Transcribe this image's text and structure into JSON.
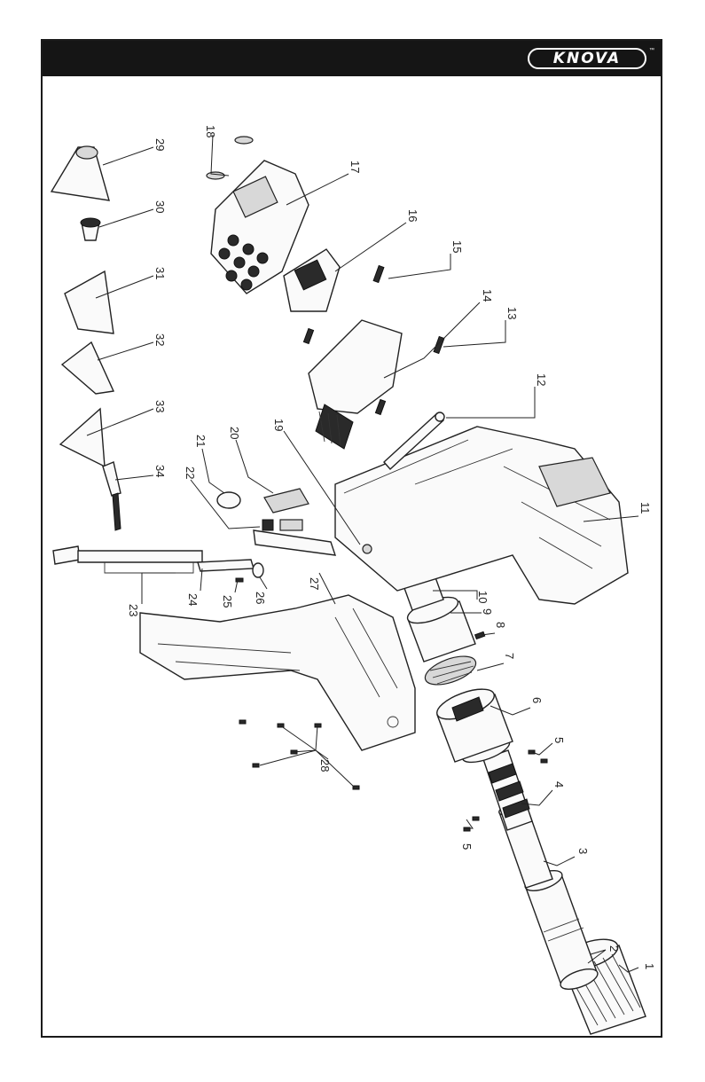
{
  "header": {
    "brand": "KNOVA",
    "trademark": "™"
  },
  "callouts": [
    "1",
    "2",
    "3",
    "4",
    "5",
    "5",
    "6",
    "7",
    "8",
    "9",
    "10",
    "11",
    "12",
    "13",
    "14",
    "15",
    "16",
    "17",
    "18",
    "19",
    "20",
    "21",
    "22",
    "23",
    "24",
    "25",
    "26",
    "27",
    "28",
    "29",
    "30",
    "31",
    "32",
    "33",
    "34"
  ],
  "colors": {
    "frame": "#1a1a1a",
    "header_bar": "#151515",
    "line_art": "#222222",
    "background": "#ffffff"
  }
}
